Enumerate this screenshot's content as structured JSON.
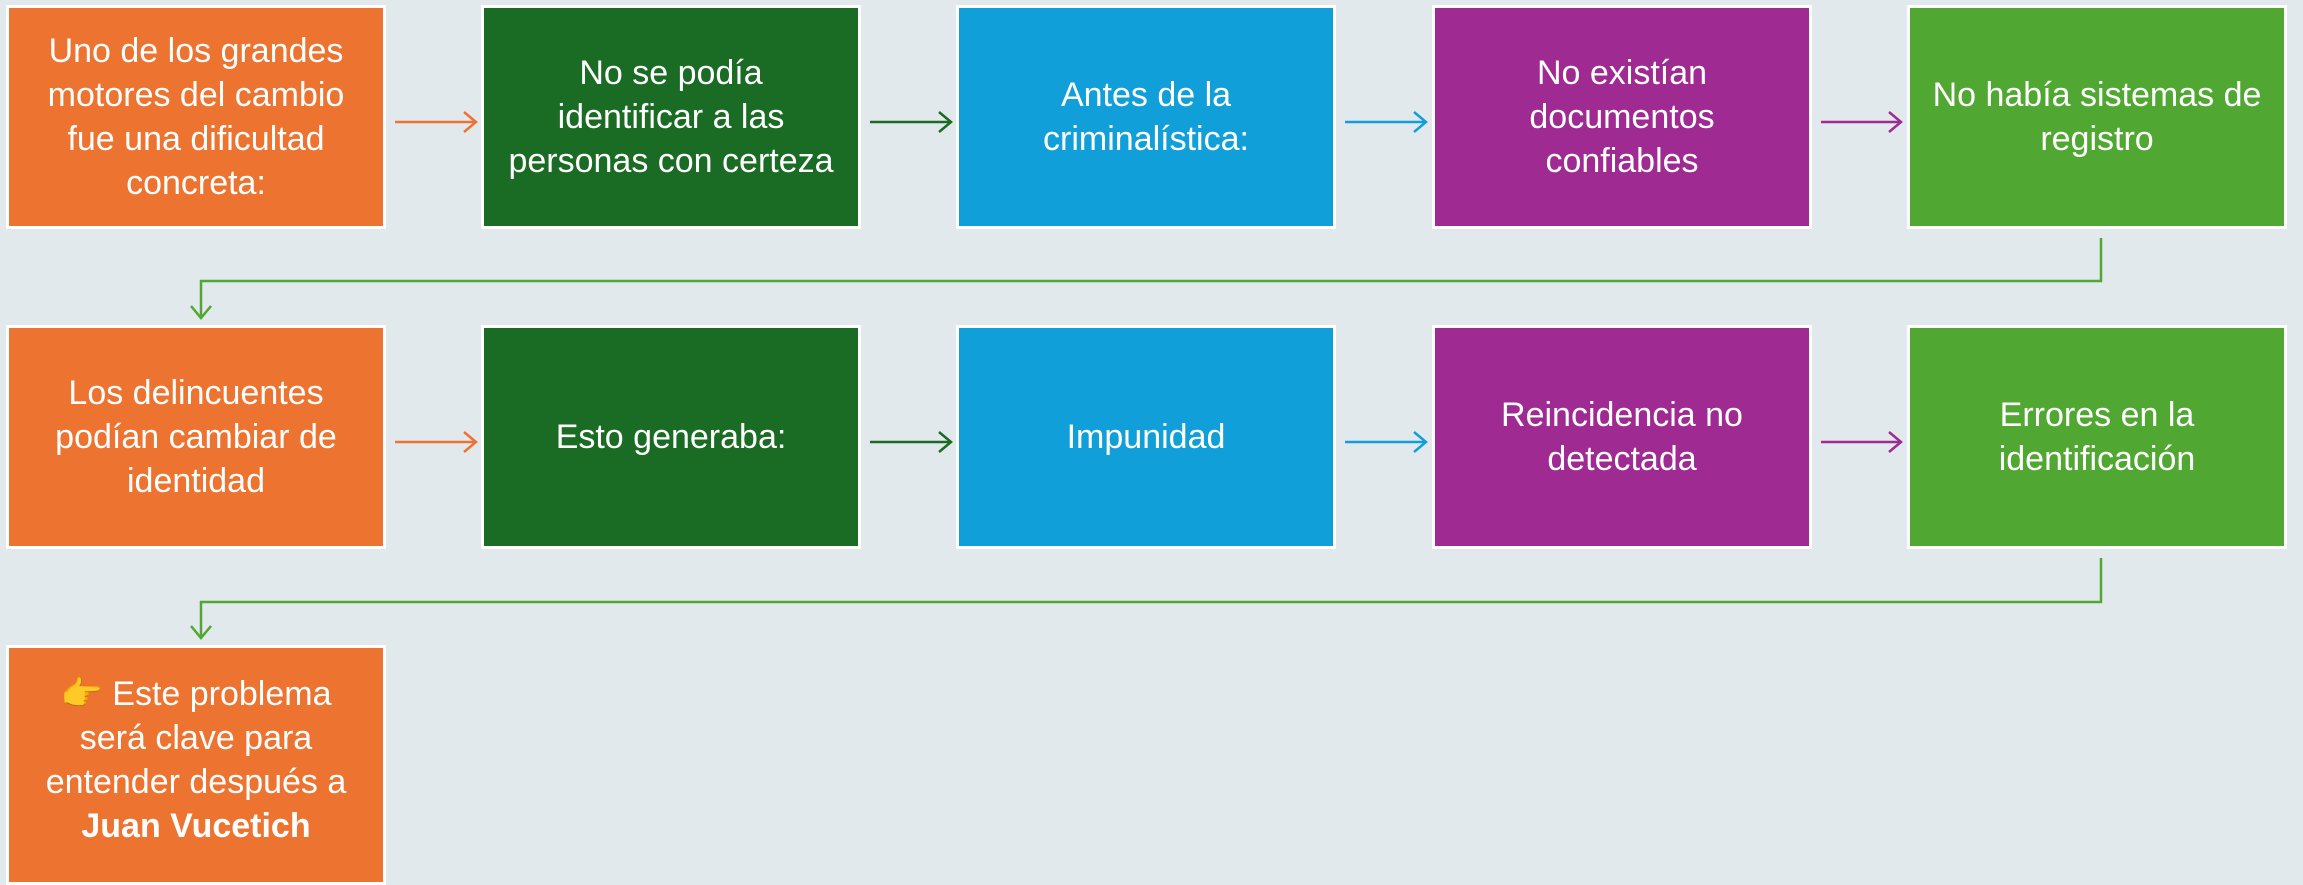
{
  "row1": [
    {
      "text": "Uno de los grandes motores del cambio fue una dificultad concreta:"
    },
    {
      "text": "No se podía identificar a las personas con certeza"
    },
    {
      "text": "Antes de la criminalística:"
    },
    {
      "text": "No existían documentos confiables"
    },
    {
      "text": "No había sistemas de registro"
    }
  ],
  "row2": [
    {
      "text": "Los delincuentes podían cambiar de identidad"
    },
    {
      "text": "Esto generaba:"
    },
    {
      "text": "Impunidad"
    },
    {
      "text": "Reincidencia no detectada"
    },
    {
      "text": "Errores en la identificación"
    }
  ],
  "final": {
    "emoji": "👉",
    "text": "Este problema será clave para entender después a",
    "bold": "Juan Vucetich"
  },
  "colors": {
    "orange": "#ed7330",
    "dark_green": "#1a6b23",
    "blue": "#109fd8",
    "purple": "#9e2a92",
    "green": "#50a832"
  }
}
